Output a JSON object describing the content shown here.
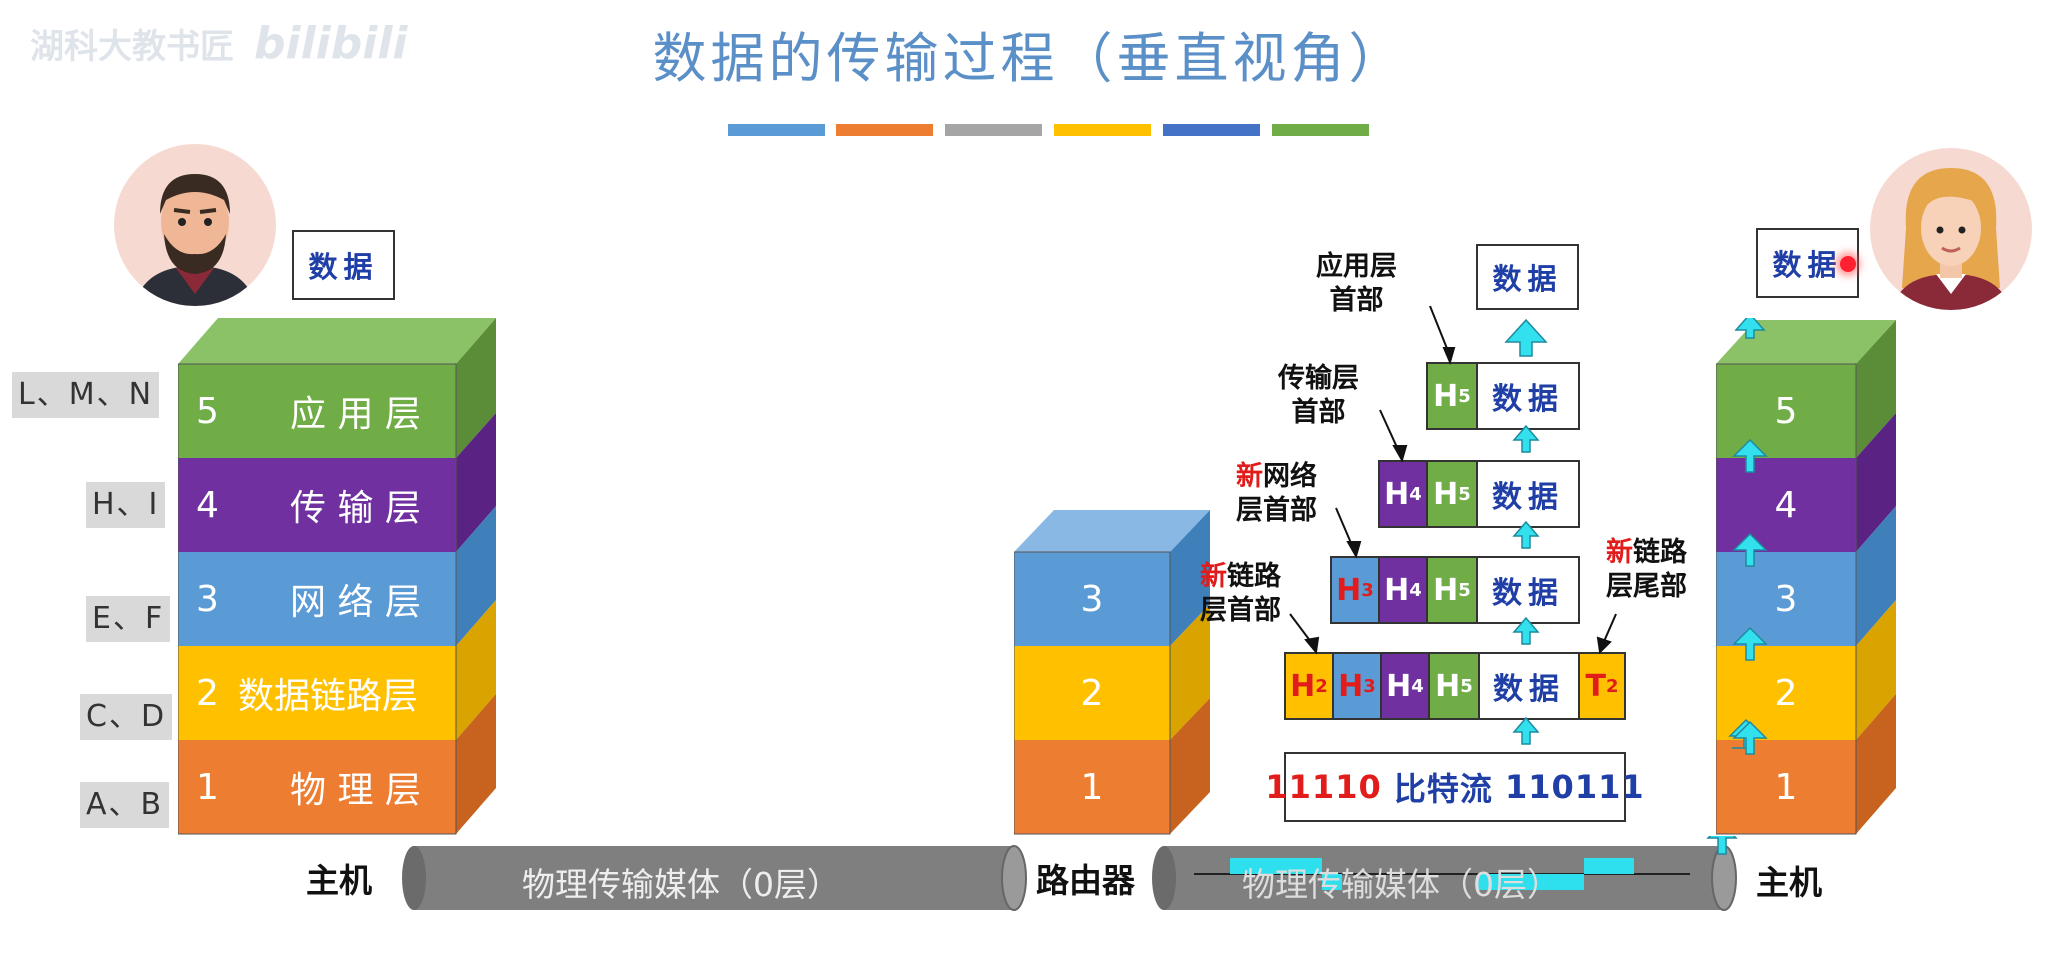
{
  "title": "数据的传输过程（垂直视角）",
  "watermark": {
    "left_text": "湖科大教书匠",
    "logo": "bilibili"
  },
  "stripe_colors": [
    "#5b9bd5",
    "#ed7d31",
    "#a5a5a5",
    "#ffc000",
    "#4472c4",
    "#70ad47"
  ],
  "sender": {
    "data_box": "数据",
    "caption": "主机",
    "layers": [
      {
        "num": "5",
        "name": "应 用 层",
        "proto": "L、M、N",
        "color": "#70ad47"
      },
      {
        "num": "4",
        "name": "传 输 层",
        "proto": "H、I",
        "color": "#7030a0"
      },
      {
        "num": "3",
        "name": "网 络 层",
        "proto": "E、F",
        "color": "#5b9bd5"
      },
      {
        "num": "2",
        "name": "数据链路层",
        "proto": "C、D",
        "color": "#ffc000"
      },
      {
        "num": "1",
        "name": "物 理 层",
        "proto": "A、B",
        "color": "#ed7d31"
      }
    ]
  },
  "router": {
    "caption": "路由器",
    "layers": [
      "3",
      "2",
      "1"
    ]
  },
  "receiver": {
    "data_box": "数据",
    "caption": "主机",
    "layers": [
      "5",
      "4",
      "3",
      "2",
      "1"
    ]
  },
  "media": {
    "left_label": "物理传输媒体（0层）",
    "right_label": "物理传输媒体（0层）"
  },
  "annotations": {
    "app_header": [
      "应用层",
      "首部"
    ],
    "transport_header": [
      "传输层",
      "首部"
    ],
    "network_header": {
      "prefix": "新",
      "line1_rest": "网络",
      "line2": "层首部"
    },
    "link_header": {
      "prefix": "新",
      "line1_rest": "链路",
      "line2": "层首部"
    },
    "link_trailer": {
      "prefix": "新",
      "line1_rest": "链路",
      "line2": "层尾部"
    }
  },
  "pdus": {
    "data": "数据",
    "h5": {
      "h": "H",
      "sub": "5"
    },
    "h4": {
      "h": "H",
      "sub": "4"
    },
    "h3": {
      "h": "H",
      "sub": "3"
    },
    "h2": {
      "h": "H",
      "sub": "2"
    },
    "t2": {
      "h": "T",
      "sub": "2"
    },
    "bitstream": {
      "left": "11110",
      "middle": " 比特流 ",
      "right": "110111"
    }
  }
}
